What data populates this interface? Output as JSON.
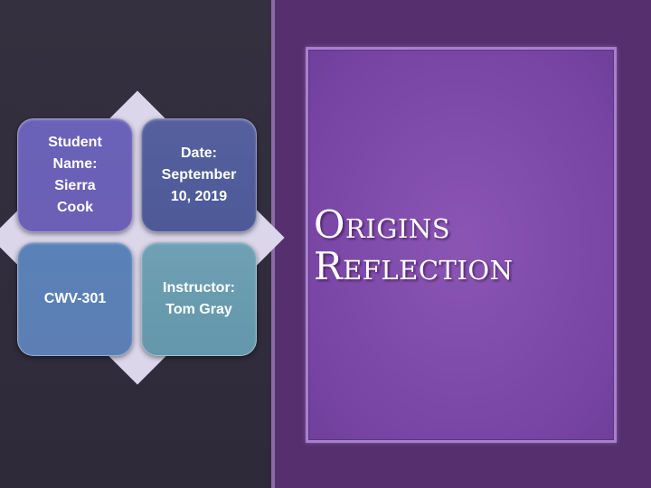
{
  "slide": {
    "title_line1": "Origins",
    "title_line2": "Reflection"
  },
  "tiles": {
    "student": "Student\nName:\nSierra\nCook",
    "date": "Date:\nSeptember\n10, 2019",
    "course": "CWV-301",
    "instructor": "Instructor:\nTom Gray"
  },
  "colors": {
    "left_background": "#312c40",
    "right_background": "#56306e",
    "title_card": "#7a46a6",
    "diamond": "#dcd6ea"
  }
}
